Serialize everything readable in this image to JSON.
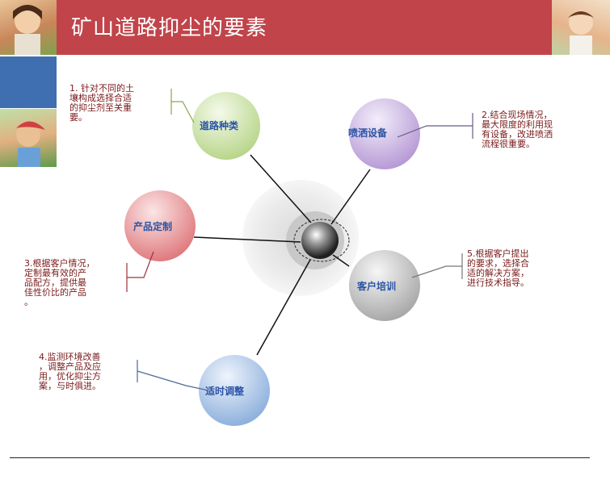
{
  "title": "矿山道路抑尘的要素",
  "nodes": [
    {
      "id": "road",
      "label": "道路种类",
      "color": "#b9d68c"
    },
    {
      "id": "spray",
      "label": "喷洒设备",
      "color": "#b79bd6"
    },
    {
      "id": "product",
      "label": "产品定制",
      "color": "#e07b7f"
    },
    {
      "id": "training",
      "label": "客户培训",
      "color": "#a9a9a9"
    },
    {
      "id": "adjust",
      "label": "适时调整",
      "color": "#8fb1dd"
    }
  ],
  "notes": [
    {
      "id": "n1",
      "lines": [
        "1. 针对不同的土",
        "壤构成选择合适",
        "的抑尘剂至关重",
        "要。"
      ]
    },
    {
      "id": "n2",
      "lines": [
        "2.结合现场情况，",
        "最大限度的利用现",
        "有设备，改进喷洒",
        "流程很重要。"
      ]
    },
    {
      "id": "n3",
      "lines": [
        "3.根据客户情况，",
        "定制最有效的产",
        "品配方，提供最",
        "佳性价比的产品",
        "。"
      ]
    },
    {
      "id": "n4",
      "lines": [
        "4.监测环境改善",
        "，调整产品及应",
        "用，优化抑尘方",
        "案，与时俱进。"
      ]
    },
    {
      "id": "n5",
      "lines": [
        "5.根据客户提出",
        "的要求，选择合",
        "适的解决方案，",
        "进行技术指导。"
      ]
    }
  ],
  "colors": {
    "header": "#c1444a",
    "side_block": "#3f6fb0",
    "note_text": "#7a1a1a",
    "node_text": "#2a53a5"
  }
}
